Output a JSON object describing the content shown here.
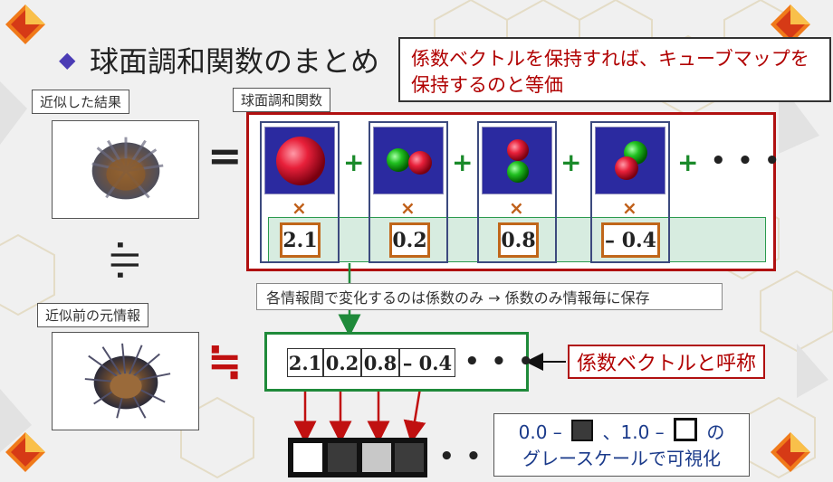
{
  "title": "球面調和関数のまとめ",
  "callout": {
    "line1": "係数ベクトルを保持すれば、キューブマップを",
    "line2": "保持するのと等価"
  },
  "labels": {
    "approx_result": "近似した結果",
    "sh_functions": "球面調和関数",
    "original": "近似前の元情報"
  },
  "symbols": {
    "equals": "=",
    "approx_equals": "≒",
    "therefore": ".||.",
    "plus": "+",
    "times": "×",
    "dots": "• • •",
    "arrow": "←"
  },
  "coefficients": [
    "2.1",
    "0.2",
    "0.8",
    "– 0.4"
  ],
  "note": "各情報間で変化するのは係数のみ → 係数のみ情報毎に保存",
  "vector": {
    "values": [
      "2.1",
      "0.2",
      "0.8",
      "– 0.4"
    ],
    "label": "係数ベクトルと呼称"
  },
  "legend": {
    "zero": "0.0 –",
    "sep": "、1.0 –",
    "no": "の",
    "line2": "グレースケールで可視化"
  },
  "colors": {
    "accent_red": "#b01010",
    "accent_green": "#1f8a3a",
    "accent_blue": "#3c4a7e",
    "coef_orange": "#c0661a"
  },
  "grayscale_cells": [
    "#ffffff",
    "#3a3a3a",
    "#c8c8c8",
    "#3c3c3c"
  ]
}
